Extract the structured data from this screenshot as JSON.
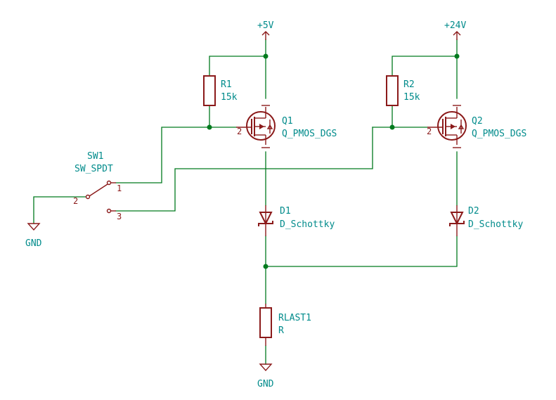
{
  "power": {
    "vcc5": "+5V",
    "vcc24": "+24V",
    "gnd_left": "GND",
    "gnd_bottom": "GND"
  },
  "components": {
    "r1": {
      "ref": "R1",
      "value": "15k"
    },
    "r2": {
      "ref": "R2",
      "value": "15k"
    },
    "q1": {
      "ref": "Q1",
      "value": "Q_PMOS_DGS"
    },
    "q2": {
      "ref": "Q2",
      "value": "Q_PMOS_DGS"
    },
    "d1": {
      "ref": "D1",
      "value": "D_Schottky"
    },
    "d2": {
      "ref": "D2",
      "value": "D_Schottky"
    },
    "rlast": {
      "ref": "RLAST1",
      "value": "R"
    },
    "sw1": {
      "ref": "SW1",
      "value": "SW_SPDT"
    }
  },
  "pins": {
    "q1_gate": "2",
    "q2_gate": "2",
    "sw_pin1": "1",
    "sw_pin2": "2",
    "sw_pin3": "3"
  },
  "colors": {
    "wire": "#007a1e",
    "component": "#8b1a1a",
    "label": "#008b8b"
  }
}
